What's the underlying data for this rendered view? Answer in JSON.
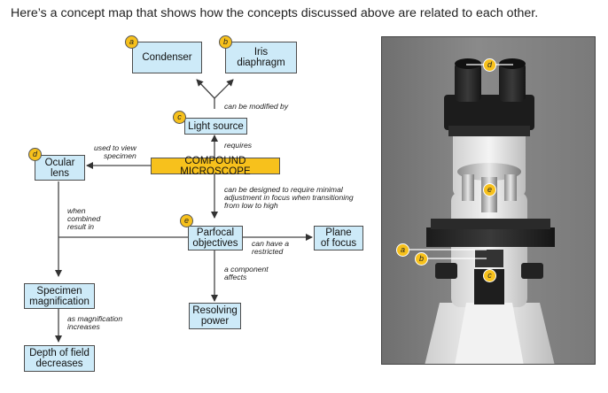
{
  "intro_text": "Here’s a concept map that shows how the concepts discussed above are related to each other.",
  "nodes": {
    "condenser": "Condenser",
    "iris_line1": "Iris",
    "iris_line2": "diaphragm",
    "light_source": "Light source",
    "compound": "COMPOUND MICROSCOPE",
    "ocular_line1": "Ocular",
    "ocular_line2": "lens",
    "parfocal_line1": "Parfocal",
    "parfocal_line2": "objectives",
    "plane_line1": "Plane",
    "plane_line2": "of focus",
    "specimen_line1": "Specimen",
    "specimen_line2": "magnification",
    "resolving_line1": "Resolving",
    "resolving_line2": "power",
    "depth_line1": "Depth of field",
    "depth_line2": "decreases"
  },
  "edges": {
    "modified": "can be modified by",
    "requires": "requires",
    "used_to_view": "used to view\nspecimen",
    "designed": "can be designed to require minimal\nadjustment in focus when transitioning\nfrom low to high",
    "when_combined": "when\ncombined\nresult in",
    "restricted": "can have a\nrestricted",
    "component": "a component\naffects",
    "as_mag": "as magnification\nincreases"
  },
  "badges": {
    "a": "a",
    "b": "b",
    "c": "c",
    "d": "d",
    "e": "e"
  },
  "colors": {
    "node_fill": "#cdeaf8",
    "center_fill": "#f7c11c",
    "badge_fill": "#f7c11c"
  }
}
